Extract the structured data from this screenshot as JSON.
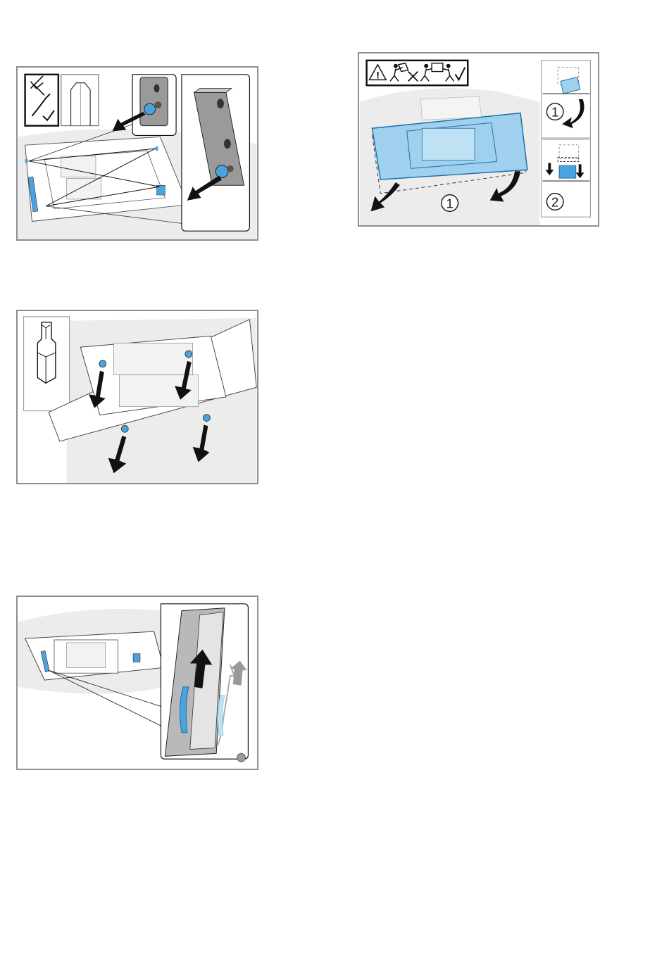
{
  "figures": {
    "fig1": {
      "icon": "wrench-crossed-screwdriver-check-icon"
    },
    "fig2": {
      "icons": [
        "warning-icon",
        "one-person-lift-crossed-icon",
        "two-person-lift-check-icon"
      ],
      "step_main": "1",
      "step_side_top": "1",
      "step_side_bottom": "2"
    },
    "fig3": {
      "icon": "torx-bit-icon"
    },
    "fig4": {}
  },
  "colors": {
    "accent": "#4aa3df",
    "accent_light": "#9fd0ee",
    "border": "#8e8e8e",
    "backdrop": "#e6e6e6"
  }
}
